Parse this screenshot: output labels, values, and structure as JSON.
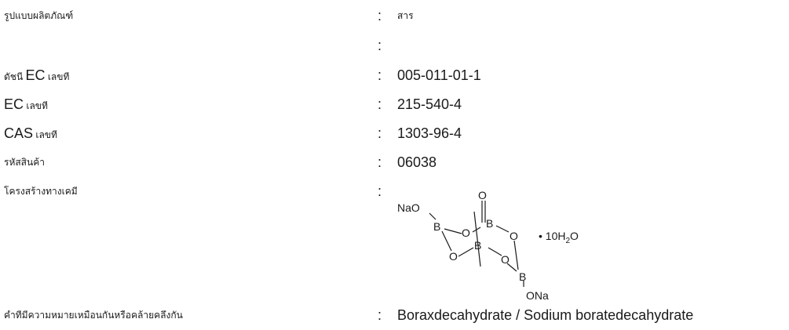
{
  "colon": ":",
  "rows": [
    {
      "label": "รูปแบบผลิตภัณฑ์",
      "value": "สาร"
    },
    {
      "label": "",
      "value": ""
    },
    {
      "label_pre": "ดัชนี ",
      "label_big": "EC",
      "label_post": " เลขที",
      "value": "005-011-01-1"
    },
    {
      "label_big": "EC",
      "label_post": " เลขที",
      "value": "215-540-4"
    },
    {
      "label_big": "CAS",
      "label_post": " เลขที",
      "value": "1303-96-4"
    },
    {
      "label": "รหัสสินค้า",
      "value": "06038"
    },
    {
      "label": "โครงสร้างทางเคมี"
    },
    {
      "label": "คําทีมีความหมายเหมือนกันหรือคล้ายคลึงกัน",
      "value": "Boraxdecahydrate / Sodium boratedecahydrate"
    }
  ],
  "structure": {
    "atoms": {
      "na_left": "NaO",
      "o_top": "O",
      "b1": "B",
      "o_mid1": "O",
      "b2": "B",
      "o_right": "O",
      "o_lower_left": "O",
      "b3": "B",
      "o_lower_right": "O",
      "b4": "B",
      "na_bottom": "ONa"
    },
    "hydrate_prefix": "• 10H",
    "hydrate_sub": "2",
    "hydrate_suffix": "O"
  }
}
